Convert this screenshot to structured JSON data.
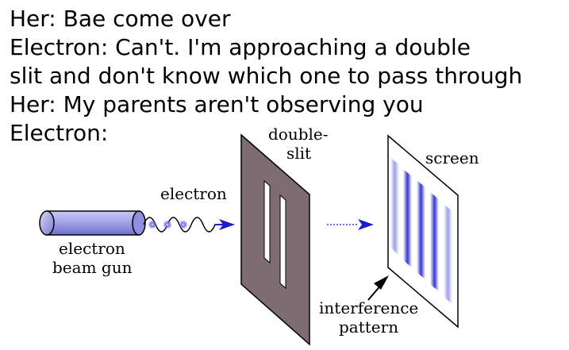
{
  "caption": {
    "lines": [
      "Her: Bae come over",
      "Electron: Can't. I'm approaching a double",
      "slit and don't know which one to pass through",
      "Her: My parents aren't observing you",
      "Electron:"
    ]
  },
  "diagram": {
    "labels": {
      "electron": "electron",
      "gun_line1": "electron",
      "gun_line2": "beam gun",
      "slit_line1": "double-",
      "slit_line2": "slit",
      "screen": "screen",
      "pattern_line1": "interference",
      "pattern_line2": "pattern"
    },
    "colors": {
      "gun": "#9b9be6",
      "slit_panel": "#7d6d73",
      "beam": "#1b1bd0",
      "fringe": "#2a2acc",
      "outline": "#000000"
    }
  }
}
